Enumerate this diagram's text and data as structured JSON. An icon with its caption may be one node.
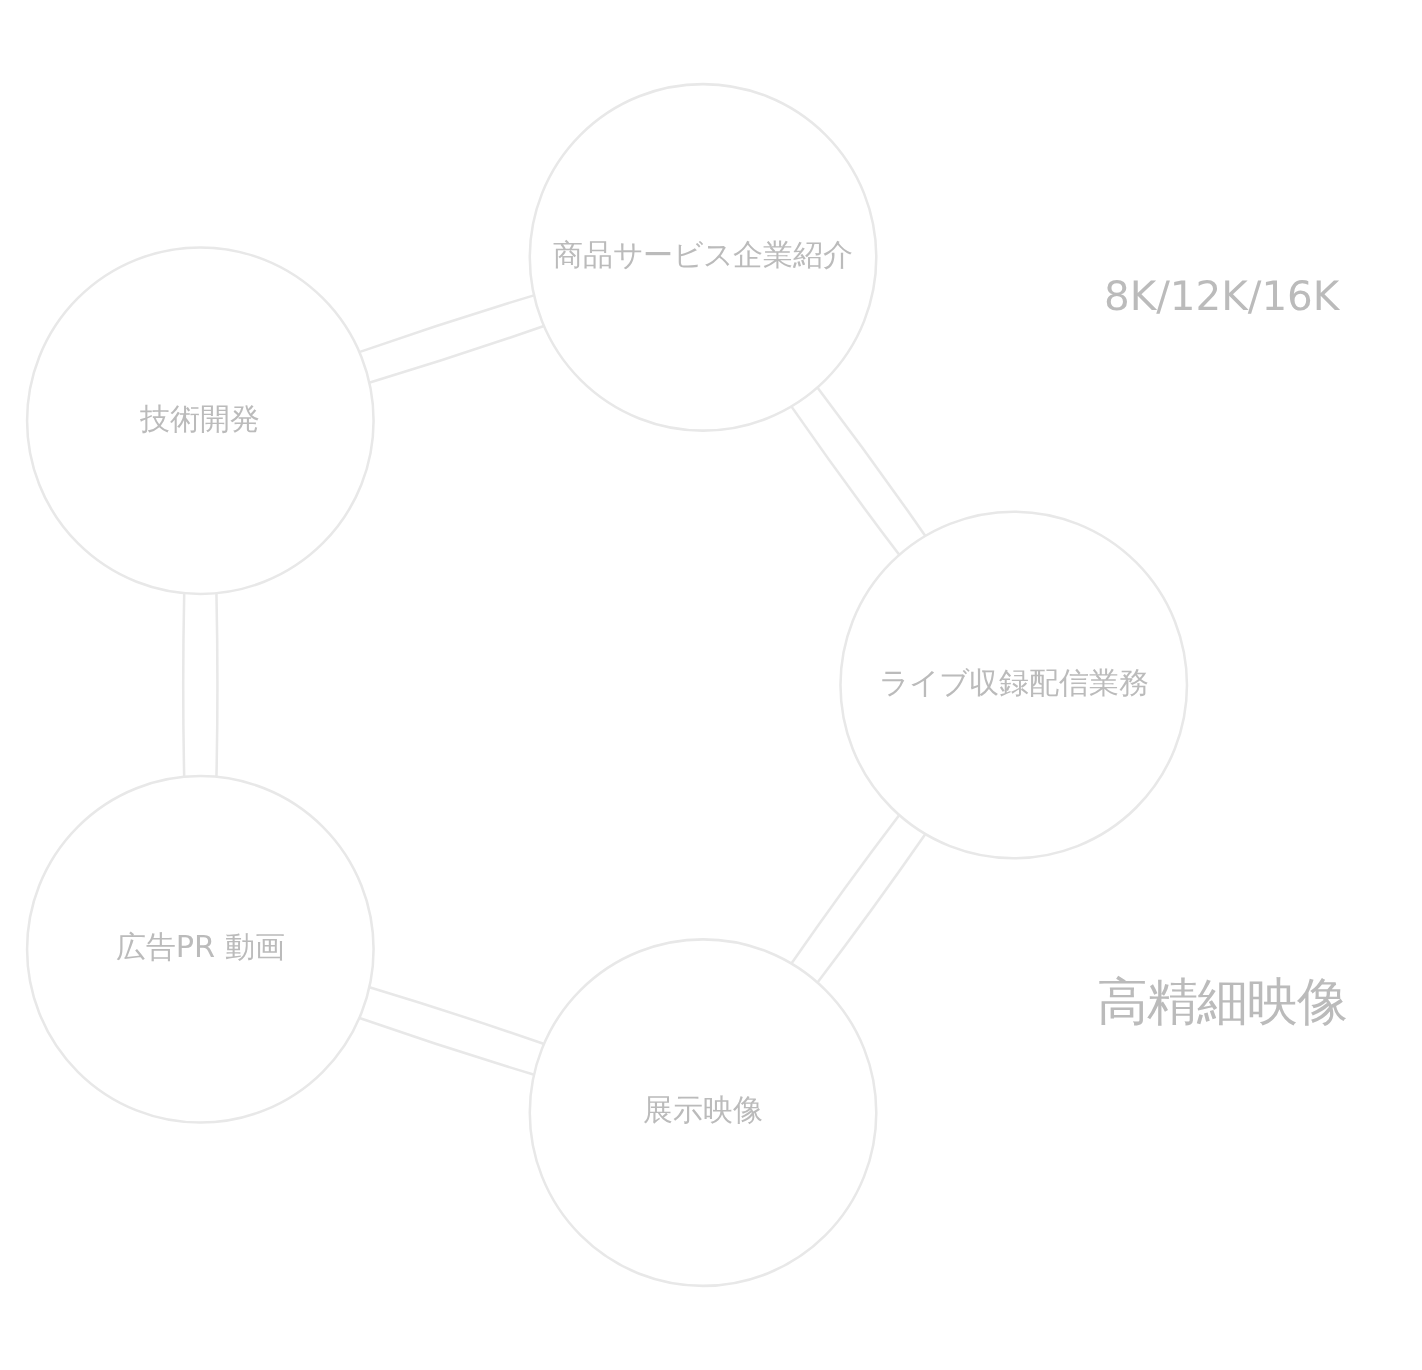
{
  "diagram": {
    "nodes": [
      {
        "text": [
          "展示映像"
        ]
      },
      {
        "text": [
          "広告PR 動画"
        ]
      },
      {
        "text": [
          "技術開発"
        ]
      },
      {
        "text": [
          "商品サービス企業紹介"
        ]
      },
      {
        "text": [
          "ライブ収録配信業務"
        ]
      }
    ],
    "edges": [
      {
        "from": 0,
        "to": 1,
        "arrow": "none"
      },
      {
        "from": 0,
        "to": 1,
        "arrow": "none"
      },
      {
        "from": 1,
        "to": 2,
        "arrow": "none"
      },
      {
        "from": 1,
        "to": 2,
        "arrow": "none"
      },
      {
        "from": 2,
        "to": 3,
        "arrow": "none"
      },
      {
        "from": 2,
        "to": 3,
        "arrow": "none"
      },
      {
        "from": 3,
        "to": 4,
        "arrow": "none"
      },
      {
        "from": 3,
        "to": 4,
        "arrow": "none"
      },
      {
        "from": 4,
        "to": 0,
        "arrow": "none"
      },
      {
        "from": 4,
        "to": 0,
        "arrow": "none"
      }
    ],
    "labels": [
      "高精細映像",
      "8K/12K/16K"
    ]
  }
}
